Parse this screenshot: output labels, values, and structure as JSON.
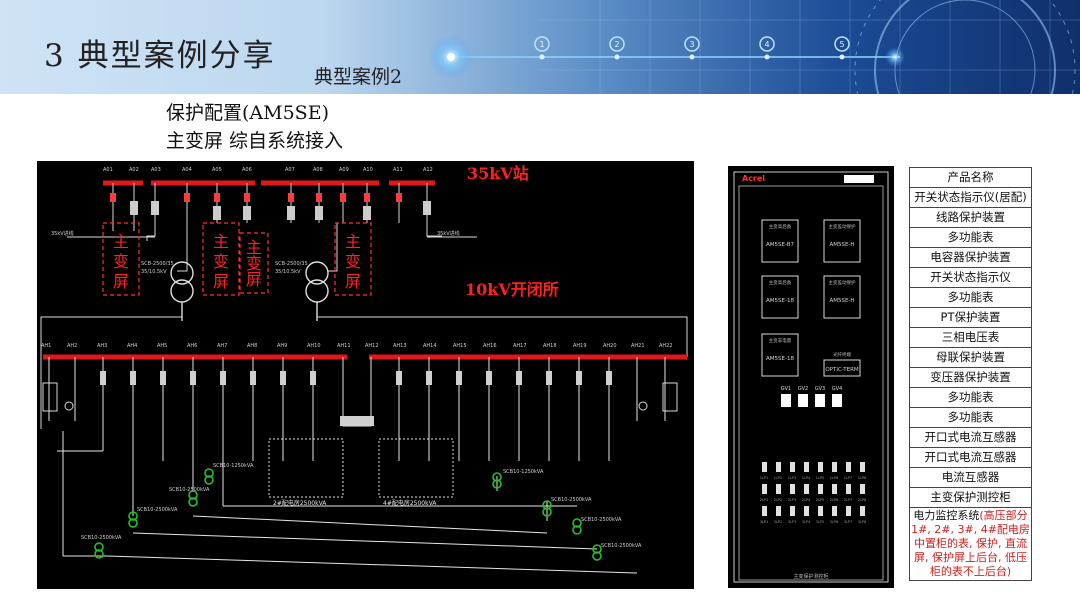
{
  "header": {
    "section_title": "3 典型案例分享",
    "sub_title": "典型案例2",
    "timeline_numbers": [
      "1",
      "2",
      "3",
      "4",
      "5"
    ]
  },
  "config": {
    "line1": "保护配置(AM5SE)",
    "line2": "主变屏  综自系统接入"
  },
  "schematic": {
    "label_35kv": "35kV站",
    "label_10kv": "10kV开闭所",
    "main_transformer_label": [
      "主",
      "变",
      "屏"
    ]
  },
  "cabinet": {
    "brand": "Acrel",
    "device_models": [
      "AM5SE-B7",
      "AM5SE-H",
      "AM5SE-18",
      "AM5SE-H",
      "AM5SE-18",
      "OPTIC-TERM"
    ],
    "switch_labels": [
      "GV1",
      "GV2",
      "GV3",
      "GV4"
    ],
    "bottom_label": "主变保护测控柜"
  },
  "products": {
    "rows": [
      "产品名称",
      "开关状态指示仪(居配)",
      "线路保护装置",
      "多功能表",
      "电容器保护装置",
      "开关状态指示仪",
      "多功能表",
      "PT保护装置",
      "三相电压表",
      "母联保护装置",
      "变压器保护装置",
      "多功能表",
      "多功能表",
      "开口式电流互感器",
      "开口式电流互感器",
      "电流互感器",
      "主变保护测控柜"
    ],
    "note_lead": "电力监控系统",
    "note_body": "(高压部分1#, 2#, 3#, 4#配电房中置柜的表, 保护, 直流屏, 保护屏上后台, 低压柜的表不上后台)"
  },
  "colors": {
    "busbar": "#e01818",
    "schematic_bg": "#000000",
    "device_green": "#22c322",
    "label_red": "#ff2020",
    "note_red": "#d21e1e"
  }
}
